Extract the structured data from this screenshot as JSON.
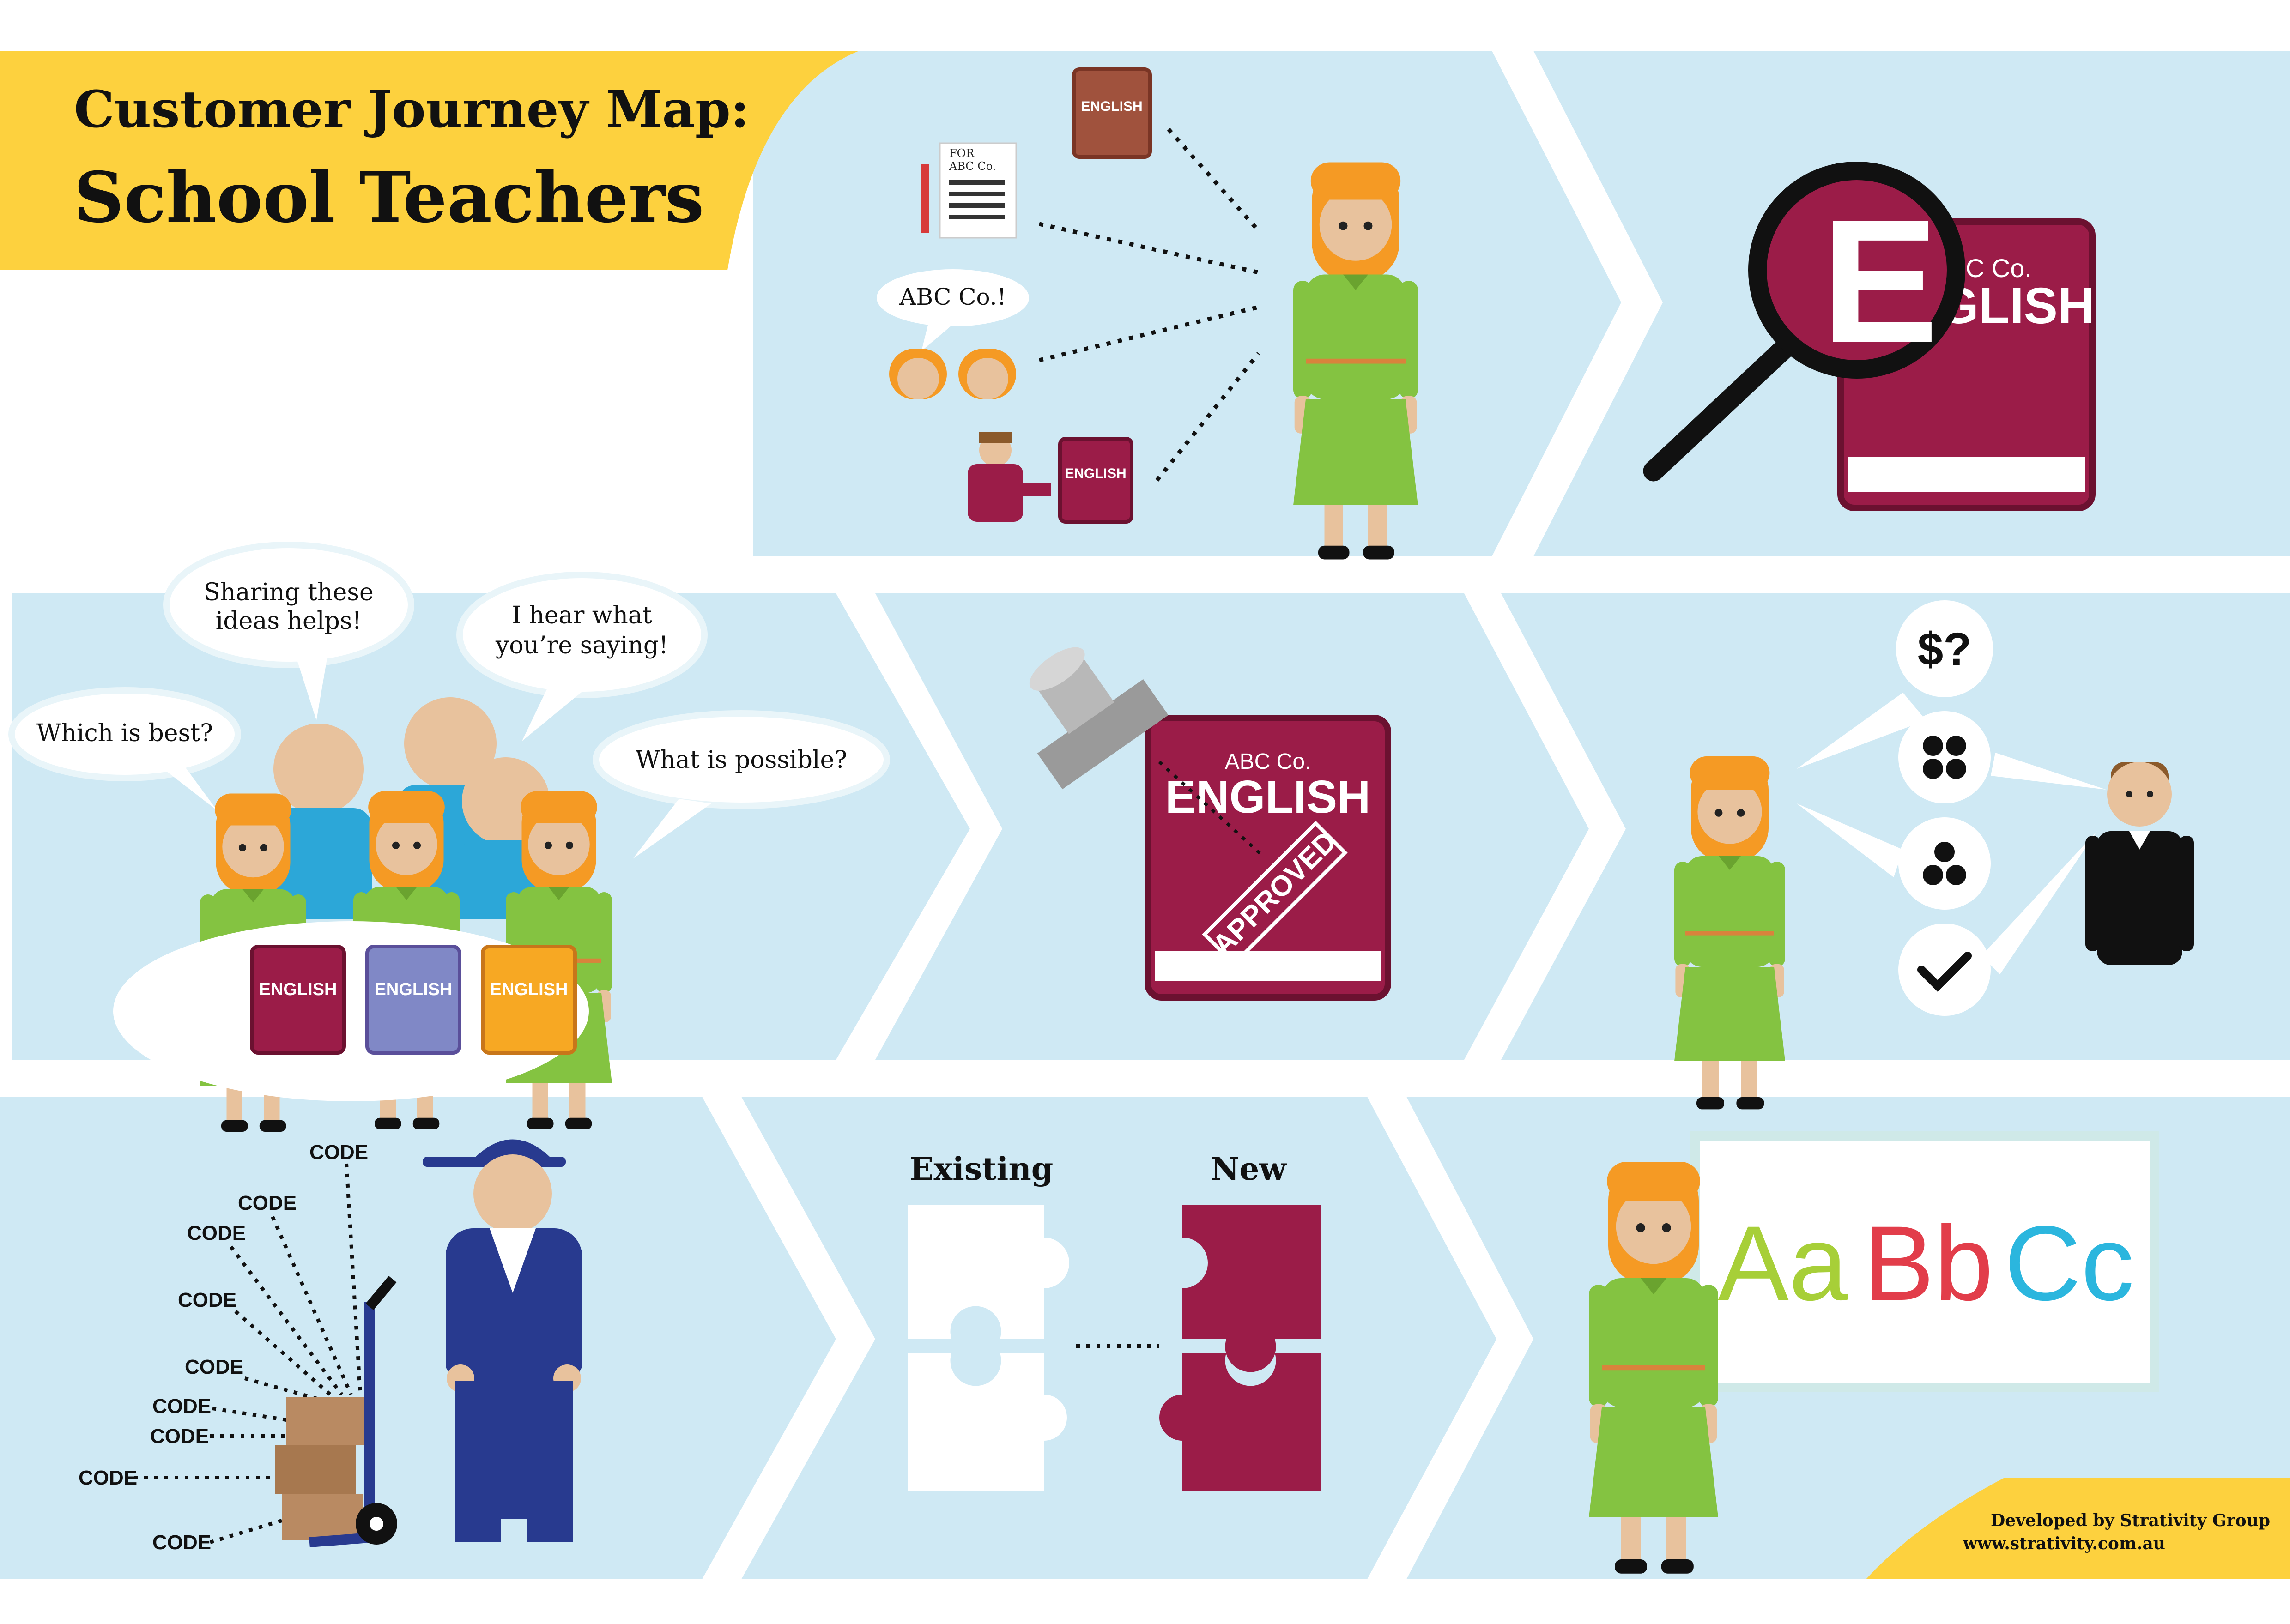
{
  "title": {
    "line1": "Customer Journey Map:",
    "line2": "School Teachers"
  },
  "row1": {
    "doc_label_1": "FOR",
    "doc_label_2": "ABC Co.",
    "book_small_label": "ENGLISH",
    "speech_abc": "ABC Co.!",
    "book_rep_label": "ENGLISH",
    "big_book_brand": "ABC Co.",
    "big_book_title": "ENGLISH",
    "magnified_letter": "E"
  },
  "row2": {
    "bubble_which": "Which is best?",
    "bubble_sharing_1": "Sharing these",
    "bubble_sharing_2": "ideas helps!",
    "bubble_hear_1": "I hear what",
    "bubble_hear_2": "you’re saying!",
    "bubble_possible": "What is possible?",
    "table_books": [
      "ENGLISH",
      "ENGLISH",
      "ENGLISH"
    ],
    "approved_book_brand": "ABC Co.",
    "approved_book_title": "ENGLISH",
    "stamp_text": "APPROVED",
    "price_bubble": "$?"
  },
  "row3": {
    "code_label": "CODE",
    "puzzle_existing": "Existing",
    "puzzle_new": "New",
    "board_aa": "Aa",
    "board_bb": "Bb",
    "board_cc": "Cc"
  },
  "footer": {
    "credit_line1": "Developed by Strativity Group",
    "credit_line2": "www.strativity.com.au"
  },
  "colors": {
    "panel": "#cfe9f4",
    "accent_yellow": "#fdd13e",
    "book_maroon": "#9b1c48",
    "book_purple": "#8088c6",
    "book_orange": "#f7a823",
    "teacher_green": "#84c341",
    "hair_orange": "#f59a24",
    "skin": "#e8c29d",
    "worker_blue": "#283a8f",
    "box_brown": "#b98a62"
  },
  "icons": [
    "magnifier-icon",
    "stamp-icon",
    "checkmark-icon",
    "puzzle-icon",
    "hand-truck-icon"
  ]
}
